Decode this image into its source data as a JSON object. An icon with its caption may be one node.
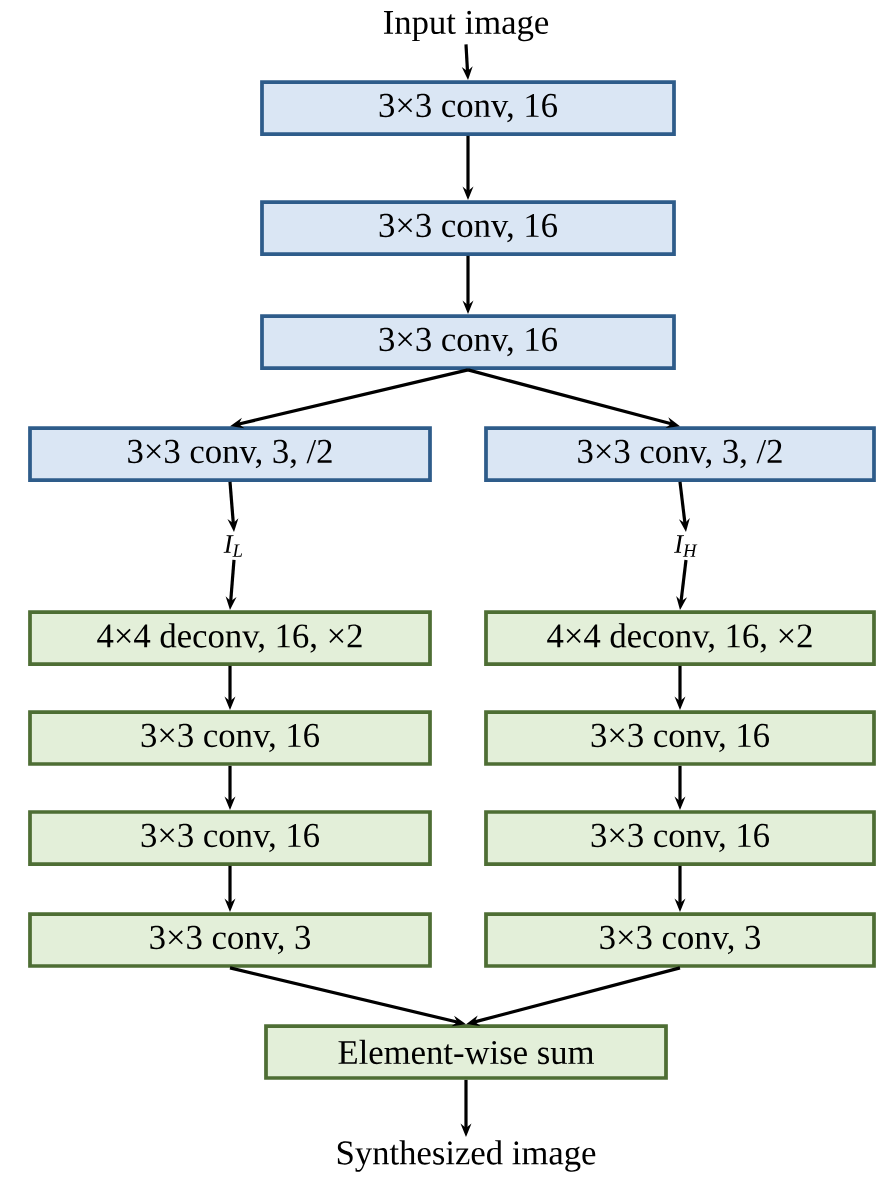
{
  "diagram": {
    "nodes": [
      {
        "text": [
          "Input image"
        ]
      },
      {
        "text": [
          "3×3 conv, 16"
        ]
      },
      {
        "text": [
          "3×3 conv, 16"
        ]
      },
      {
        "text": [
          "3×3 conv, 16"
        ]
      },
      {
        "text": [
          "3×3 conv, 3, /2"
        ]
      },
      {
        "text": [
          "3×3 conv, 3, /2"
        ]
      },
      {
        "text": [
          "I$_{L}$"
        ]
      },
      {
        "text": [
          "I$_{H}$"
        ]
      },
      {
        "text": [
          "4×4 deconv, 16, ×2"
        ]
      },
      {
        "text": [
          "4×4 deconv, 16, ×2"
        ]
      },
      {
        "text": [
          "3×3 conv, 16"
        ]
      },
      {
        "text": [
          "3×3 conv, 16"
        ]
      },
      {
        "text": [
          "3×3 conv, 16"
        ]
      },
      {
        "text": [
          "3×3 conv, 16"
        ]
      },
      {
        "text": [
          "3×3 conv, 3"
        ]
      },
      {
        "text": [
          "3×3 conv, 3"
        ]
      },
      {
        "text": [
          "Element-wise sum"
        ]
      },
      {
        "text": [
          "Synthesized image"
        ]
      }
    ],
    "edges": [
      {
        "from": 0,
        "to": 1,
        "arrow": "to"
      },
      {
        "from": 1,
        "to": 2,
        "arrow": "to"
      },
      {
        "from": 2,
        "to": 3,
        "arrow": "to"
      },
      {
        "from": 3,
        "to": 4,
        "arrow": "to"
      },
      {
        "from": 3,
        "to": 5,
        "arrow": "to"
      },
      {
        "from": 4,
        "to": 6,
        "arrow": "to"
      },
      {
        "from": 5,
        "to": 7,
        "arrow": "to"
      },
      {
        "from": 6,
        "to": 8,
        "arrow": "to"
      },
      {
        "from": 7,
        "to": 9,
        "arrow": "to"
      },
      {
        "from": 8,
        "to": 10,
        "arrow": "to"
      },
      {
        "from": 9,
        "to": 11,
        "arrow": "to"
      },
      {
        "from": 10,
        "to": 12,
        "arrow": "to"
      },
      {
        "from": 11,
        "to": 13,
        "arrow": "to"
      },
      {
        "from": 12,
        "to": 14,
        "arrow": "to"
      },
      {
        "from": 13,
        "to": 15,
        "arrow": "to"
      },
      {
        "from": 14,
        "to": 16,
        "arrow": "to"
      },
      {
        "from": 15,
        "to": 16,
        "arrow": "to"
      },
      {
        "from": 16,
        "to": 17,
        "arrow": "to"
      }
    ]
  }
}
